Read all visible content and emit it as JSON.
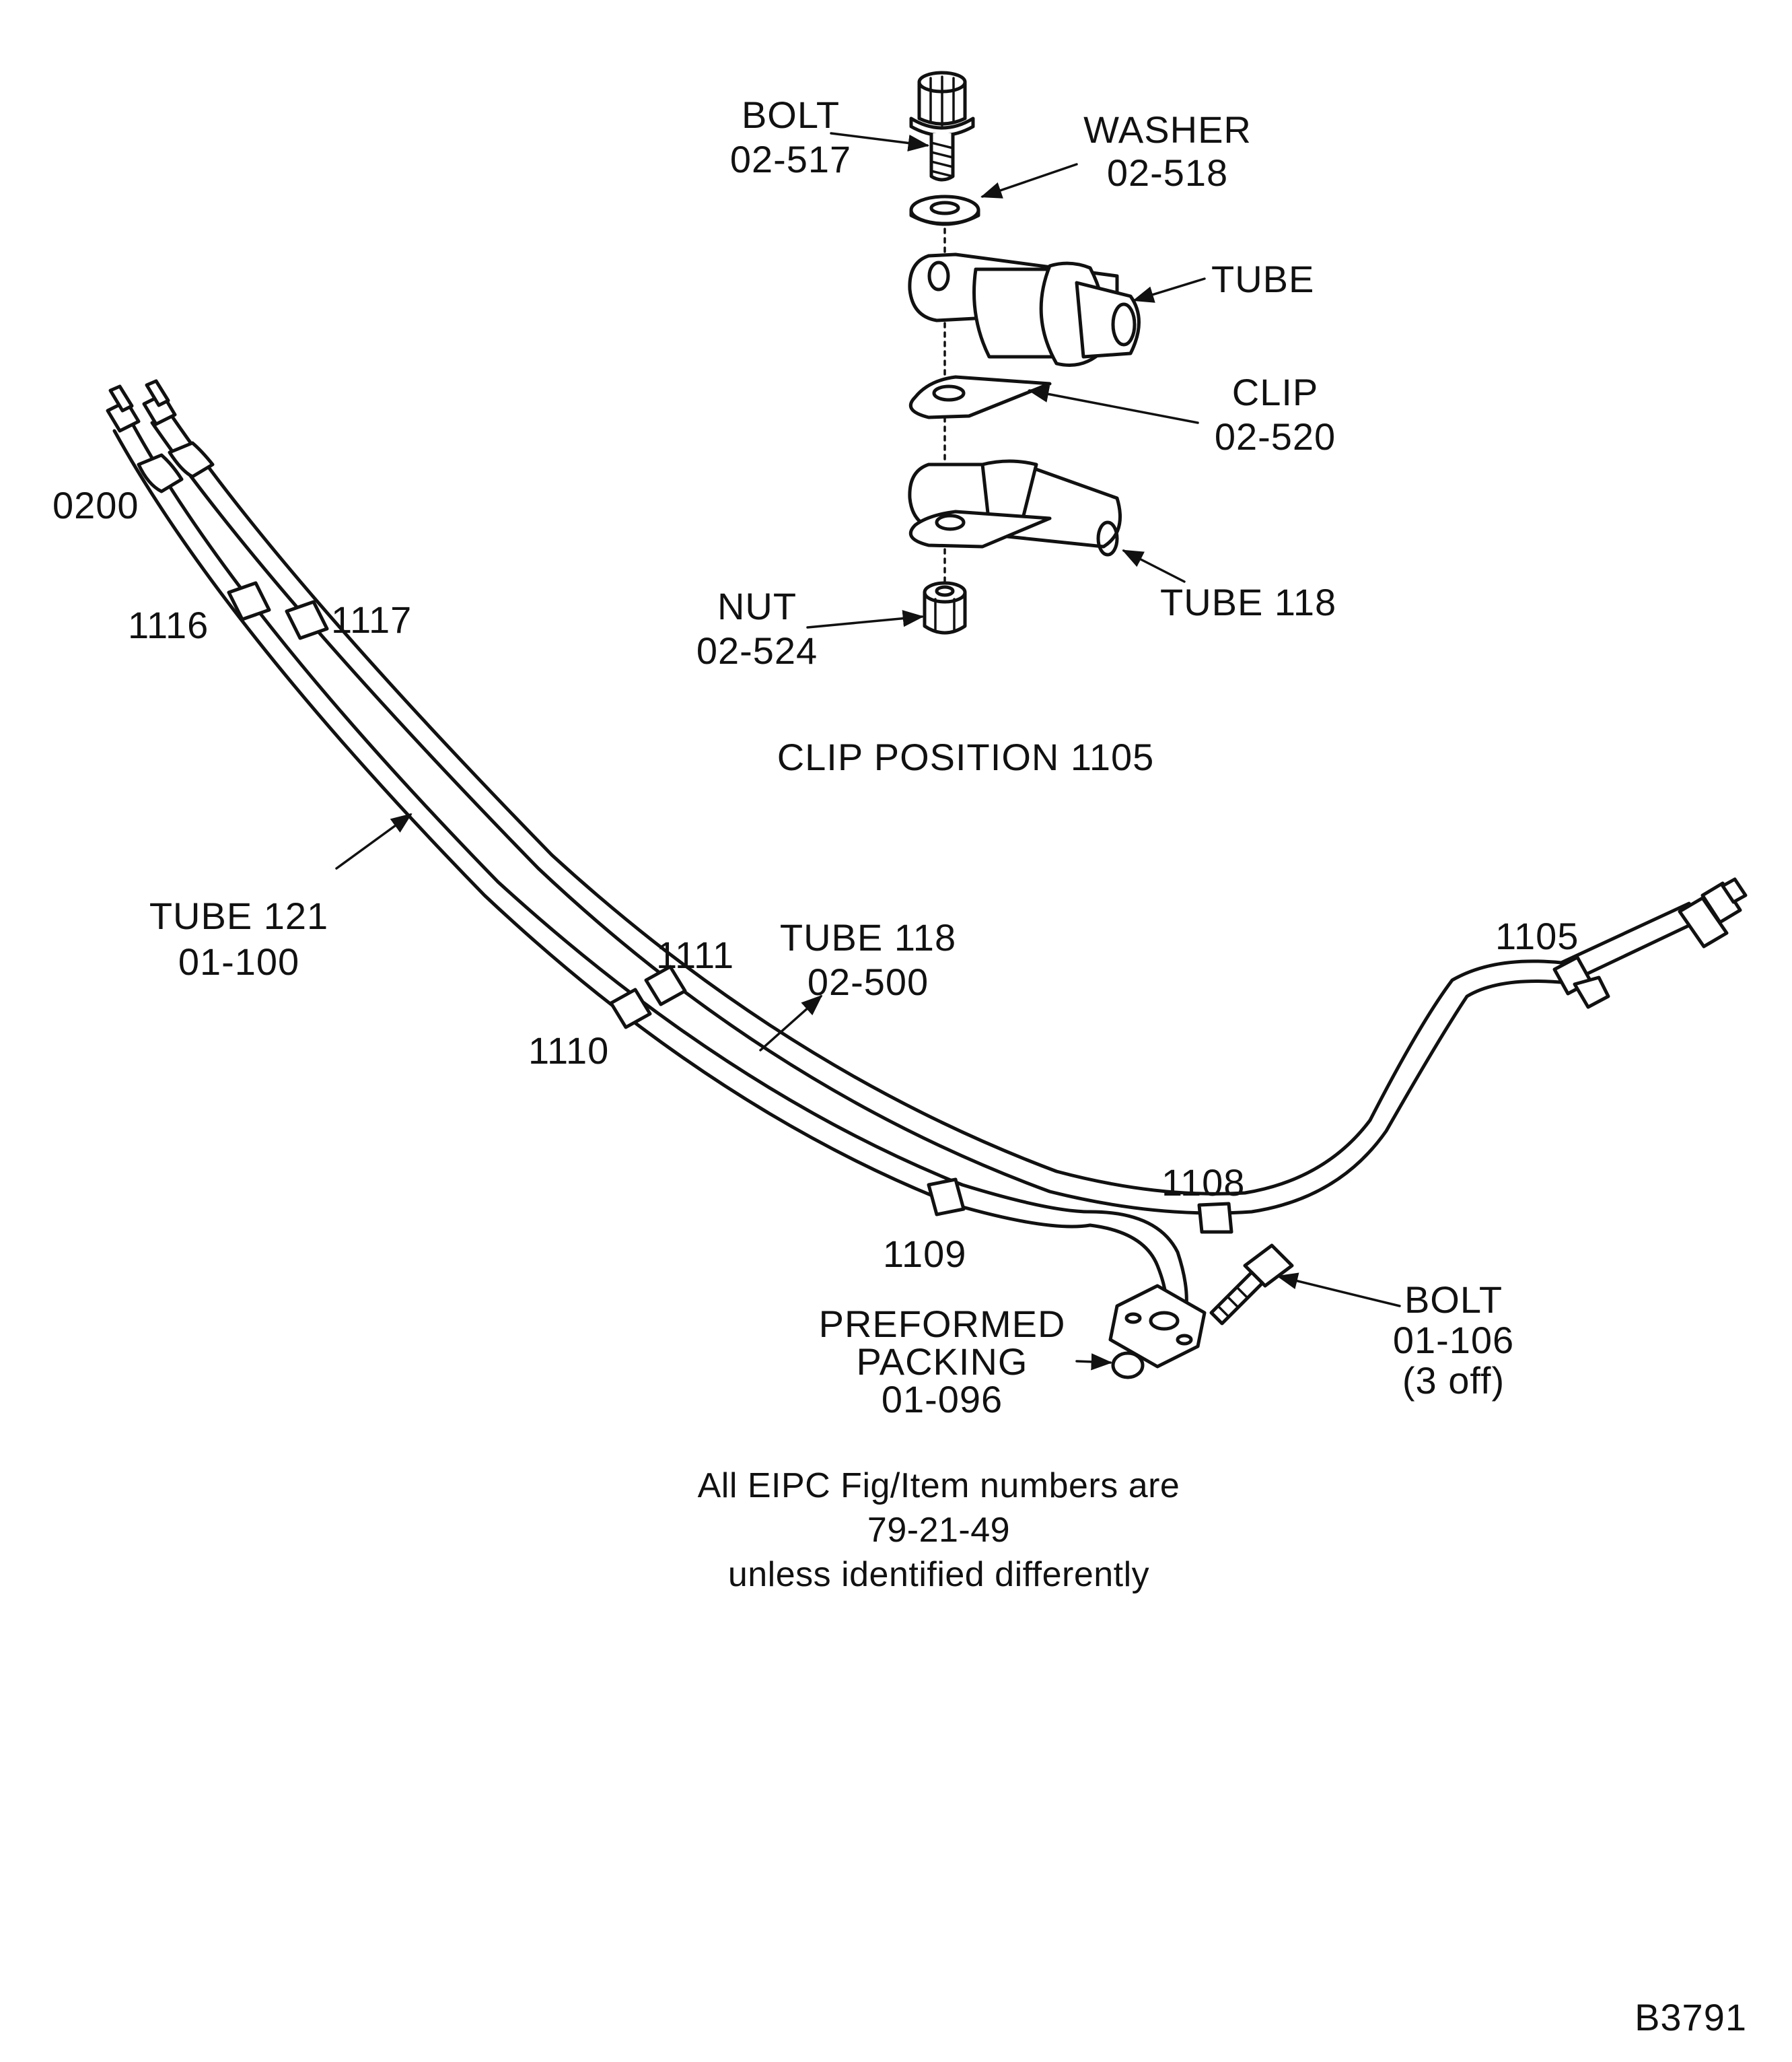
{
  "detail": {
    "title": "CLIP POSITION 1105",
    "bolt_label": "BOLT",
    "bolt_ref": "02-517",
    "washer_label": "WASHER",
    "washer_ref": "02-518",
    "tube_label": "TUBE",
    "clip_label": "CLIP",
    "clip_ref": "02-520",
    "tube118_label": "TUBE 118",
    "nut_label": "NUT",
    "nut_ref": "02-524"
  },
  "main": {
    "pos_0200": "0200",
    "pos_1116": "1116",
    "pos_1117": "1117",
    "tube121_label": "TUBE 121",
    "tube121_ref": "01-100",
    "pos_1111": "1111",
    "pos_1110": "1110",
    "tube118_label": "TUBE 118",
    "tube118_ref": "02-500",
    "pos_1105": "1105",
    "pos_1108": "1108",
    "pos_1109": "1109",
    "packing_line1": "PREFORMED",
    "packing_line2": "PACKING",
    "packing_ref": "01-096",
    "bolt_label": "BOLT",
    "bolt_ref": "01-106",
    "bolt_qty": "(3 off)"
  },
  "note": {
    "line1": "All EIPC Fig/Item numbers are",
    "line2": "79-21-49",
    "line3": "unless identified differently"
  },
  "drawing_number": "B3791"
}
